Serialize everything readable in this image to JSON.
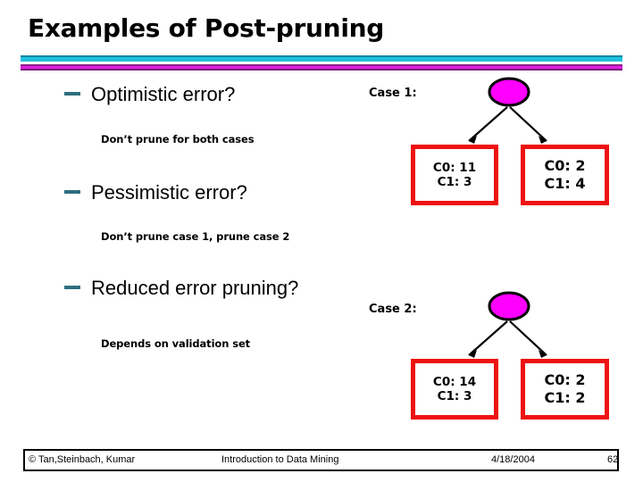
{
  "slide": {
    "title": "Examples of Post-pruning",
    "accent_cyan": "#22c0dc",
    "accent_magenta": "#e01ee0",
    "bullet_dash_color": "#2d6e7e",
    "leaf_border_color": "#ee1111",
    "node_fill_color": "#ff00ff"
  },
  "bullets": [
    {
      "label": "Optimistic error?",
      "note": "Don’t prune for both cases"
    },
    {
      "label": "Pessimistic error?",
      "note": "Don’t prune case 1, prune case 2"
    },
    {
      "label": "Reduced error pruning?",
      "note": "Depends on validation set"
    }
  ],
  "cases": [
    {
      "label": "Case 1:",
      "root": "",
      "leaves": [
        {
          "line1": "C0: 11",
          "line2": "C1: 3"
        },
        {
          "line1": "C0: 2",
          "line2": "C1: 4"
        }
      ]
    },
    {
      "label": "Case 2:",
      "root": "",
      "leaves": [
        {
          "line1": "C0: 14",
          "line2": "C1: 3"
        },
        {
          "line1": "C0: 2",
          "line2": "C1: 2"
        }
      ]
    }
  ],
  "footer": {
    "copyright": "© Tan,Steinbach, Kumar",
    "center": "Introduction to Data Mining",
    "date": "4/18/2004",
    "page": "62"
  }
}
